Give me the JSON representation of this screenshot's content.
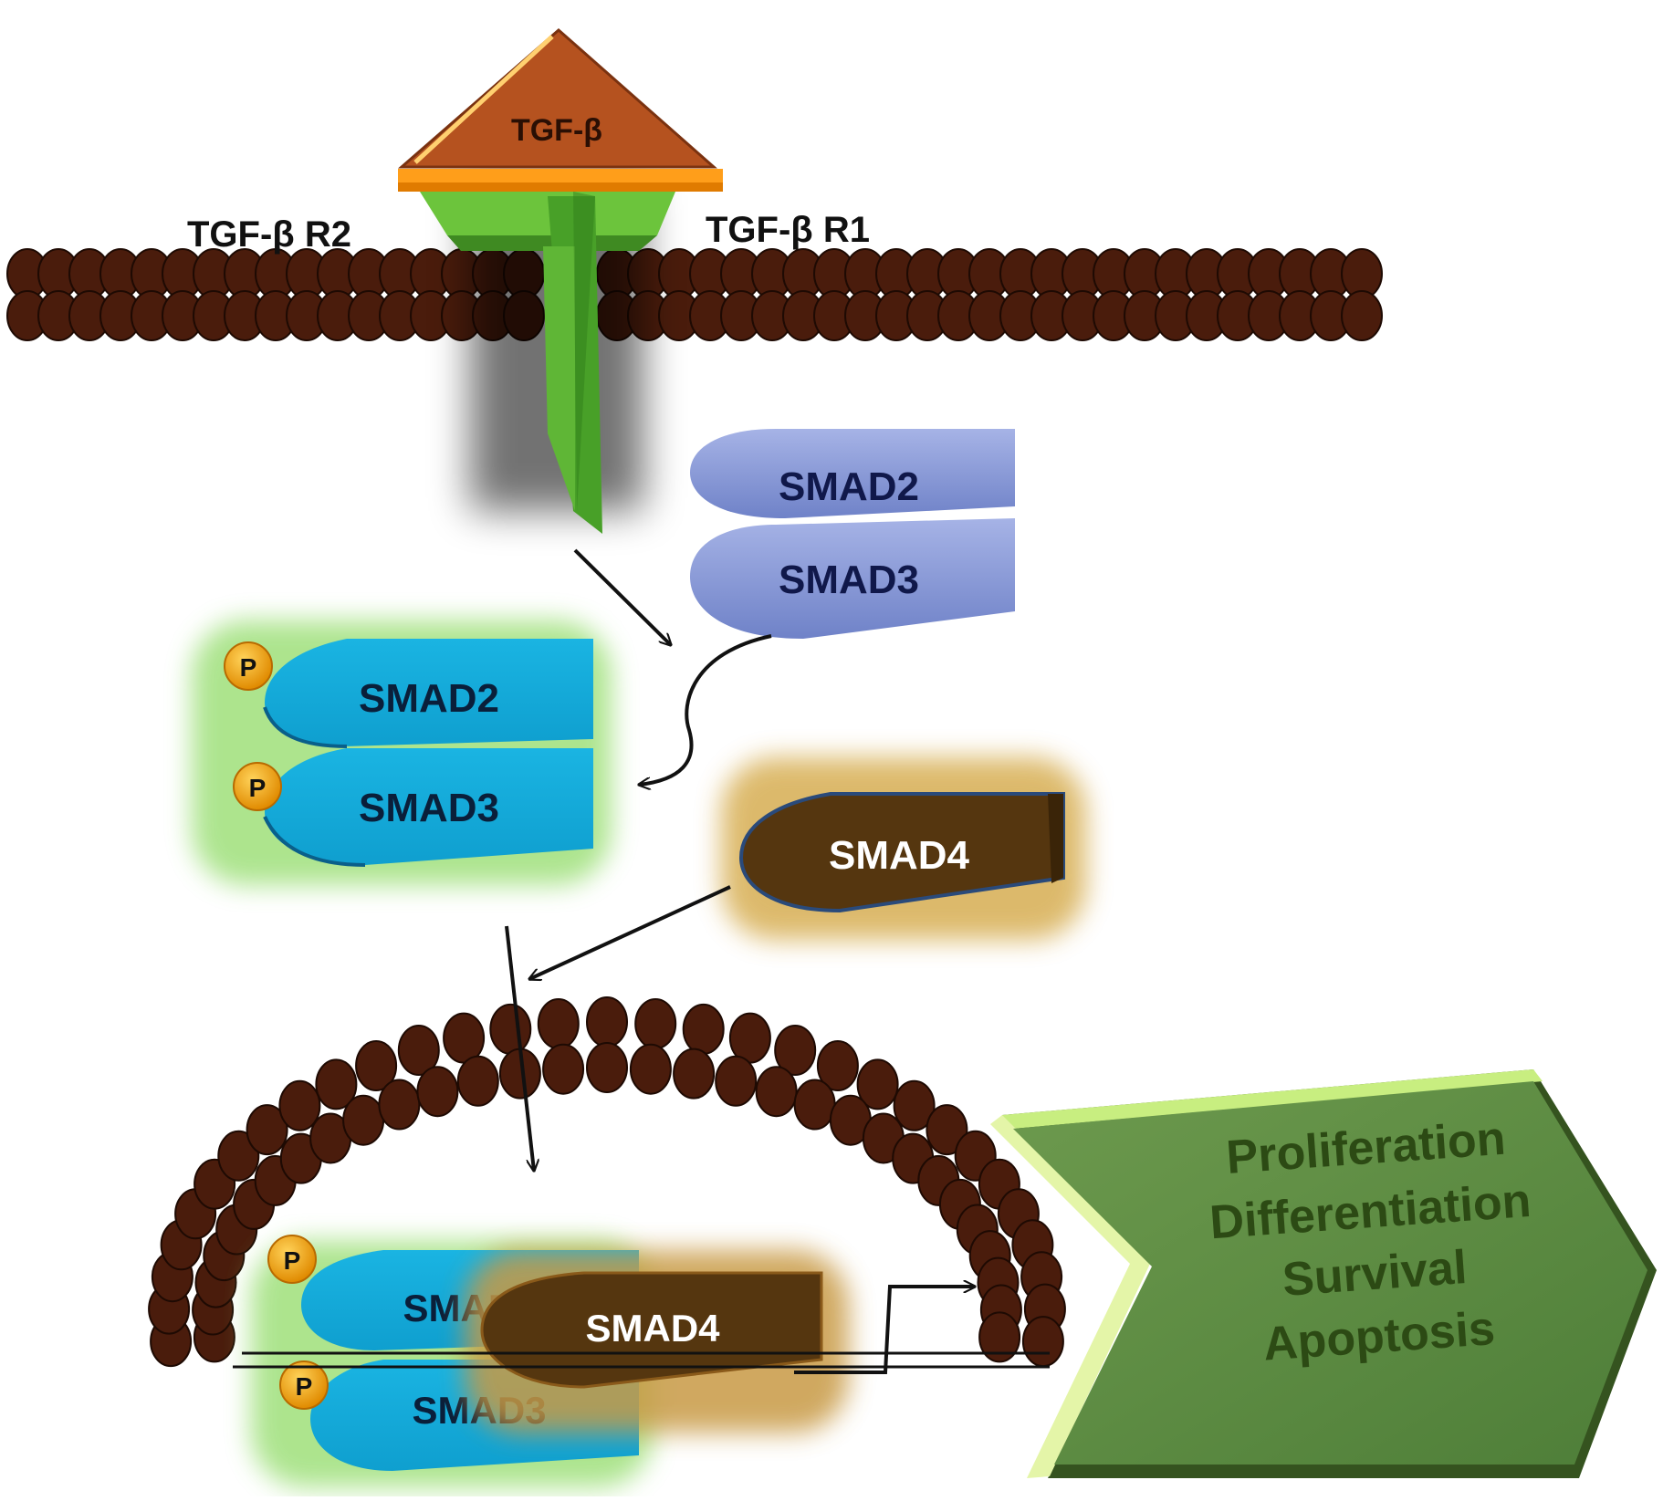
{
  "ligand": {
    "label": "TGF-β"
  },
  "receptors": {
    "r2_label": "TGF-β R2",
    "r1_label": "TGF-β R1"
  },
  "smad_inactive": {
    "top": "SMAD2",
    "bottom": "SMAD3"
  },
  "smad_phospho": {
    "top": "SMAD2",
    "bottom": "SMAD3",
    "phospho_label": "P"
  },
  "smad4": {
    "label": "SMAD4"
  },
  "nuclear_complex": {
    "smad2": "SMAD2",
    "smad3": "SMAD3",
    "smad4": "SMAD4",
    "phospho_label": "P"
  },
  "outcomes": [
    "Proliferation",
    "Differentiation",
    "Survival",
    "Apoptosis"
  ],
  "colors": {
    "membrane": "#4a1c0c",
    "receptor": "#5aae32",
    "ligand": "#b5521f",
    "smad_inactive": "#8c9cd8",
    "smad_active": "#16acd8",
    "smad4": "#55360f",
    "phospho": "#f0a20c",
    "outcome_arrow": "#5c8a44"
  }
}
